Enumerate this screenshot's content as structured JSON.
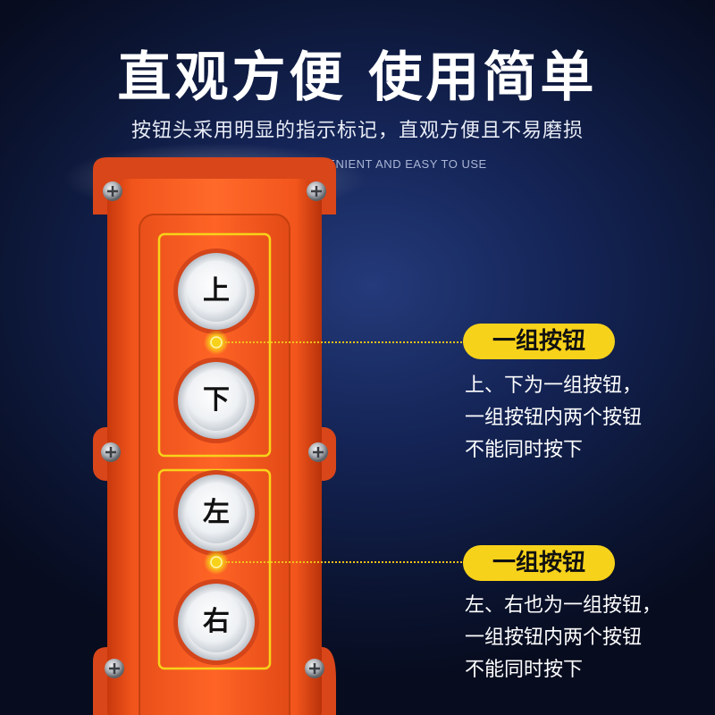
{
  "header": {
    "title": "直观方便 使用简单",
    "subtitle": "按钮头采用明显的指示标记，直观方便且不易磨损",
    "english": "INTUITIVE CONVENIENT AND EASY TO USE"
  },
  "buttons": [
    {
      "label": "上"
    },
    {
      "label": "下"
    },
    {
      "label": "左"
    },
    {
      "label": "右"
    }
  ],
  "groups": [
    {
      "badge": "一组按钮",
      "lines": [
        "上、下为一组按钮，",
        "一组按钮内两个按钮",
        "不能同时按下"
      ]
    },
    {
      "badge": "一组按钮",
      "lines": [
        "左、右也为一组按钮，",
        "一组按钮内两个按钮",
        "不能同时按下"
      ]
    }
  ],
  "colors": {
    "housing_orange": "#f2551c",
    "highlight_yellow": "#f7d21a",
    "background_navy": "#0b1431"
  }
}
